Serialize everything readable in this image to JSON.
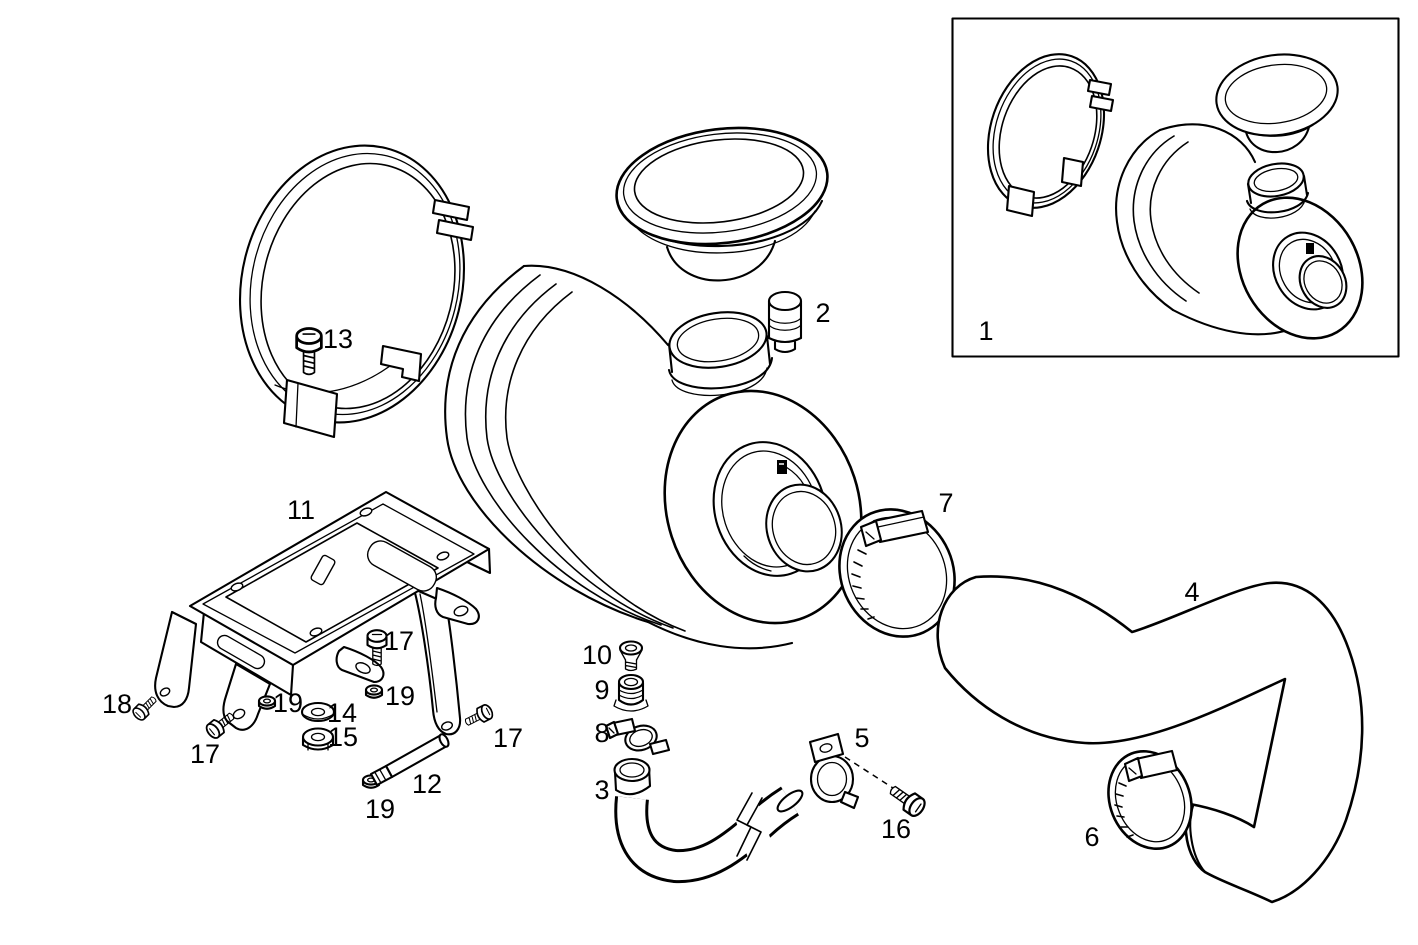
{
  "figure": {
    "type": "exploded-parts-diagram",
    "background_color": "#ffffff",
    "line_color": "#000000"
  },
  "callouts": {
    "n1": "1",
    "n2": "2",
    "n3": "3",
    "n4": "4",
    "n5": "5",
    "n6": "6",
    "n7": "7",
    "n8": "8",
    "n9": "9",
    "n10": "10",
    "n11": "11",
    "n12": "12",
    "n13": "13",
    "n14": "14",
    "n15": "15",
    "n16": "16",
    "n17": "17",
    "n18": "18",
    "n19": "19"
  }
}
